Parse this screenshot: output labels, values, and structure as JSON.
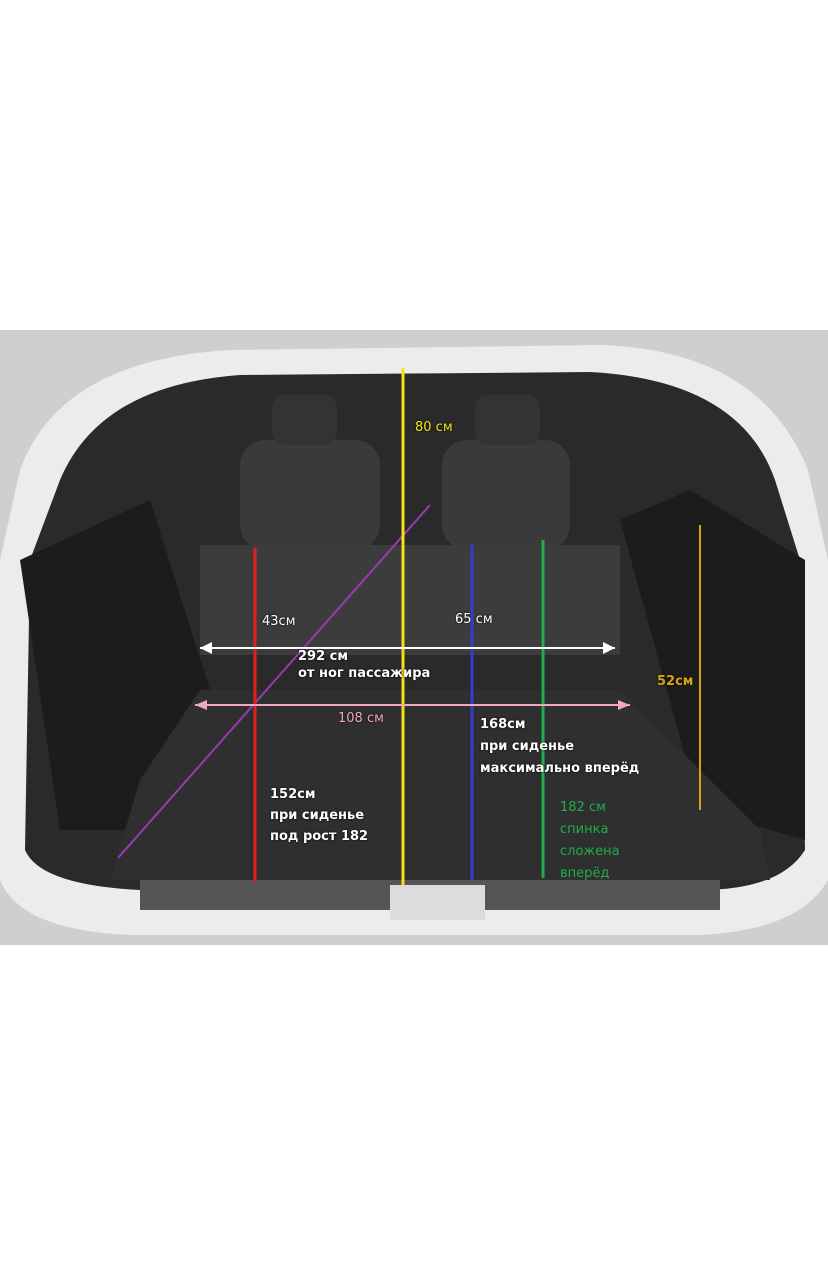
{
  "labels": {
    "height_80": "80 см",
    "width_43": "43см",
    "width_65": "65 см",
    "length_292": [
      "292 см",
      "от ног пассажира"
    ],
    "width_108": "108 см",
    "length_168": [
      "168см",
      "при сиденье",
      "максимально вперёд"
    ],
    "length_152": [
      "152см",
      "при сиденье",
      "под рост 182"
    ],
    "height_52": "52см",
    "length_182": [
      "182 см",
      "спинка",
      "сложена",
      "вперёд"
    ]
  },
  "colors": {
    "red": "#e0201e",
    "yellow": "#f2e21a",
    "blue": "#3a3ad0",
    "green": "#1fae4a",
    "gold": "#d9a21a",
    "purple": "#9a3ab0",
    "pink": "#f0a8c0",
    "white": "#ffffff"
  }
}
